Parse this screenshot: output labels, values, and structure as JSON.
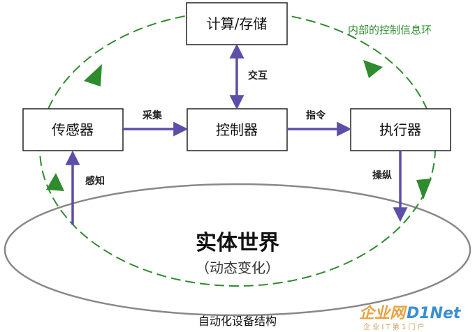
{
  "boxes": {
    "compute": "计算/存储",
    "sensor": "传感器",
    "controller": "控制器",
    "actuator": "执行器"
  },
  "edges": {
    "collect": "采集",
    "command": "指令",
    "interact": "交互",
    "perceive": "感知",
    "operate": "操纵"
  },
  "loop_label": "内部的控制信息环",
  "world": {
    "title": "实体世界",
    "subtitle": "（动态变化）"
  },
  "caption": "自动化设备结构",
  "watermark": {
    "brand_part1": "企业网",
    "brand_part2": "D1Net",
    "tagline": "企 业 I T 第 1 门 户"
  },
  "colors": {
    "arrow": "#5b4fa8",
    "loop": "#2e8b2e",
    "ellipse": "#888888",
    "box_border": "#222222"
  }
}
